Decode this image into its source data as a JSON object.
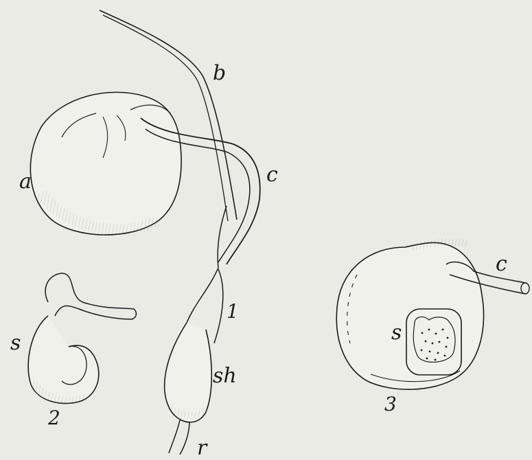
{
  "labels": {
    "a": "a",
    "b": "b",
    "c_main": "c",
    "fig1": "1",
    "sh": "sh",
    "r": "r",
    "s_fig2": "s",
    "fig2": "2",
    "c_fig3": "c",
    "s_fig3": "s",
    "fig3": "3"
  },
  "colors": {
    "background": "#e9ebe4",
    "ink": "#1b1b1b"
  }
}
